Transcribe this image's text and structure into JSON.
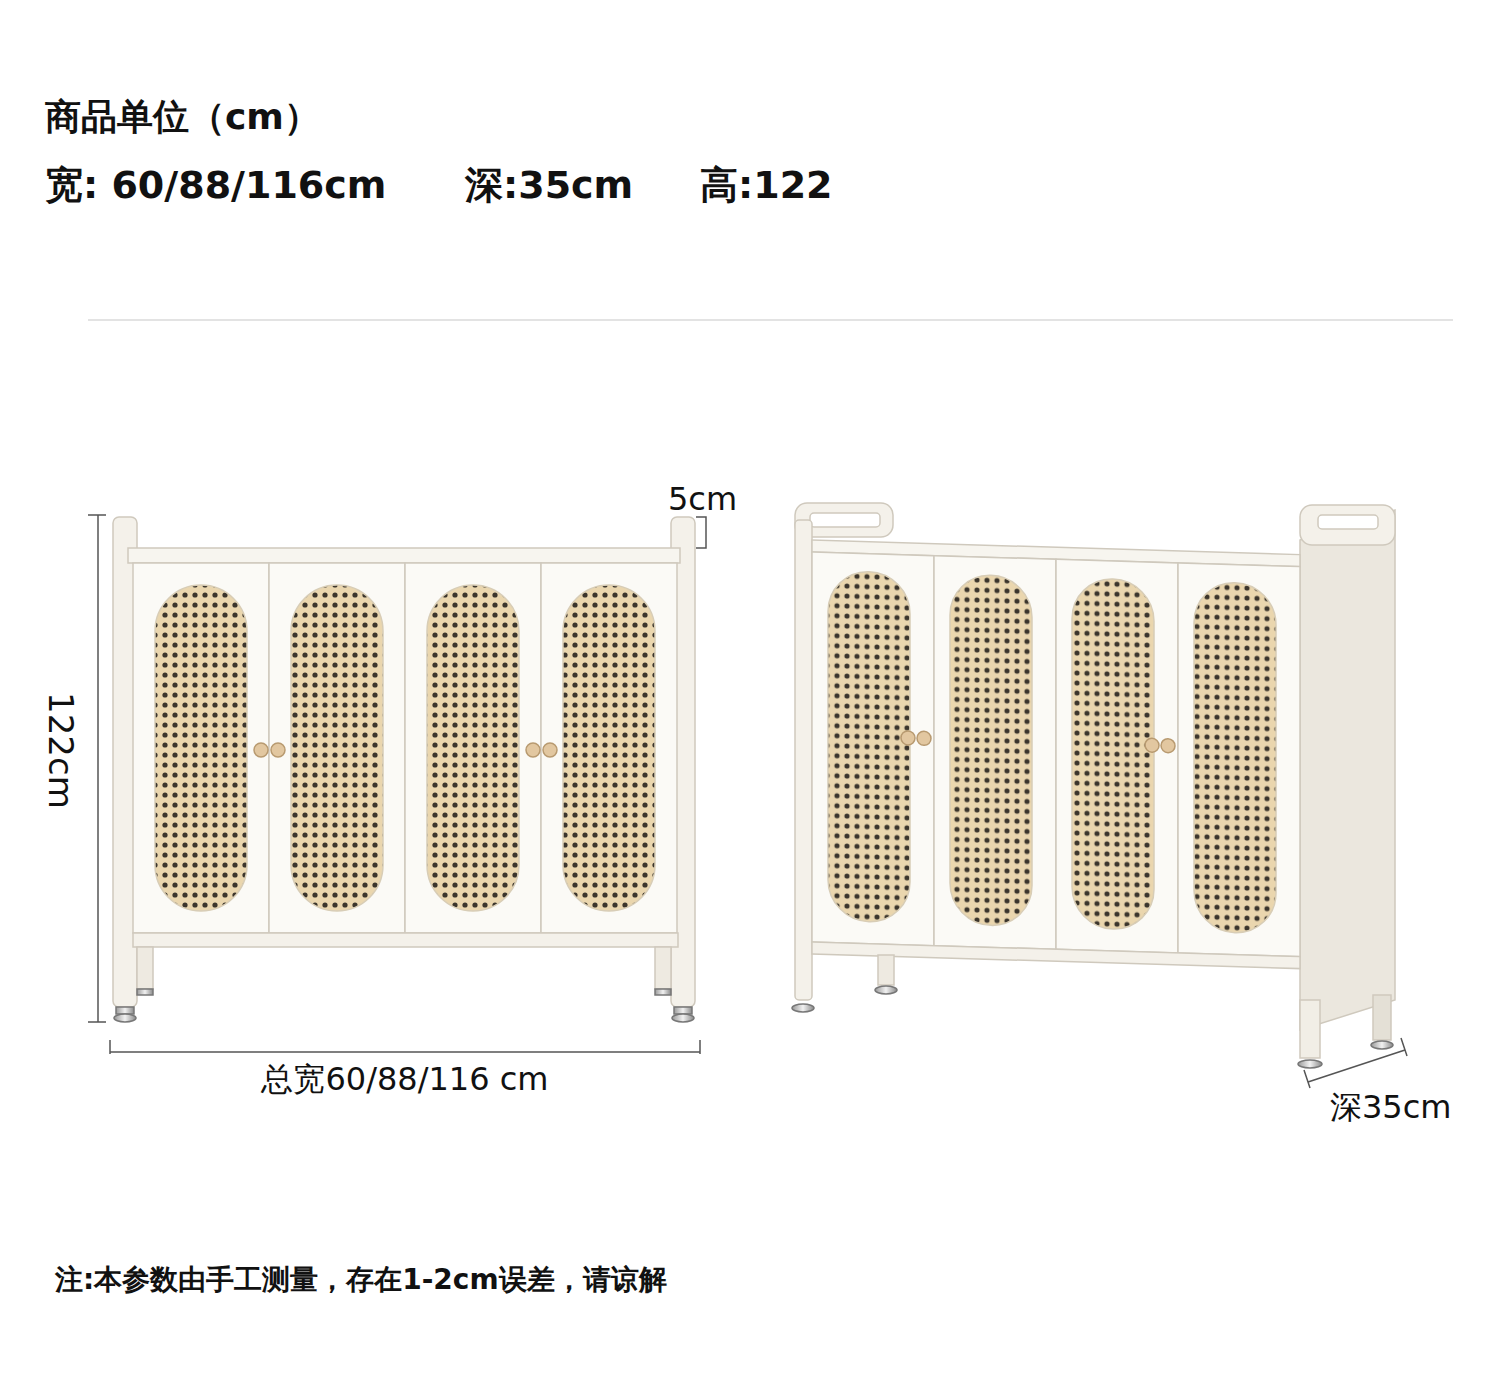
{
  "diagram": {
    "title": "商品单位（cm）",
    "labels": [
      "宽: 60/88/116cm",
      "深:35cm",
      "高:122",
      "5cm",
      "122cm",
      "总宽60/88/116 cm",
      "深35cm",
      "注:本参数由手工测量，存在1-2cm误差，请谅解"
    ]
  }
}
